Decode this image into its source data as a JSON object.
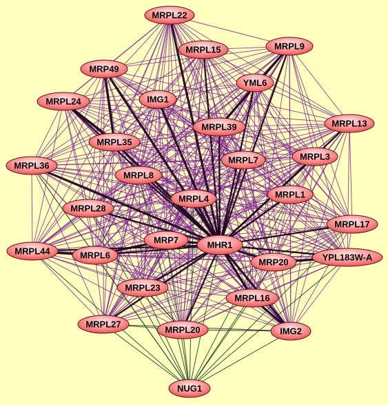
{
  "graph": {
    "hub": "MHR1",
    "colors": {
      "background": "#ffffc0",
      "edge_purple": "#7a1a8c",
      "edge_dark": "#1a001f",
      "edge_green": "#1f4a2a",
      "node_fill_light": "#ffd8d8",
      "node_fill_dark": "#f06c6c",
      "node_stroke": "#5a1010"
    },
    "nodes": [
      "MRPL22",
      "MRPL15",
      "MRPL9",
      "MRP49",
      "YML6",
      "MRPL24",
      "IMG1",
      "MRPL39",
      "MRPL13",
      "MRPL35",
      "MRPL7",
      "MRPL3",
      "MRPL36",
      "MRPL8",
      "MRPL1",
      "MRPL4",
      "MRPL28",
      "MRPL17",
      "MRP7",
      "MHR1",
      "MRPL44",
      "MRPL6",
      "MRP20",
      "YPL183W-A",
      "MRPL23",
      "MRPL16",
      "MRPL27",
      "MRPL20",
      "IMG2",
      "NUG1"
    ],
    "heavy_edges": [
      [
        "MHR1",
        "MRPL22"
      ],
      [
        "MHR1",
        "MRPL15"
      ],
      [
        "MHR1",
        "MRPL9"
      ],
      [
        "MHR1",
        "MRP49"
      ],
      [
        "MHR1",
        "YML6"
      ],
      [
        "MHR1",
        "MRPL24"
      ],
      [
        "MHR1",
        "IMG1"
      ],
      [
        "MHR1",
        "MRPL39"
      ],
      [
        "MHR1",
        "MRPL13"
      ],
      [
        "MHR1",
        "MRPL35"
      ],
      [
        "MHR1",
        "MRPL7"
      ],
      [
        "MHR1",
        "MRPL3"
      ],
      [
        "MHR1",
        "MRPL36"
      ],
      [
        "MHR1",
        "MRPL8"
      ],
      [
        "MHR1",
        "MRPL1"
      ],
      [
        "MHR1",
        "MRPL4"
      ],
      [
        "MHR1",
        "MRPL28"
      ],
      [
        "MHR1",
        "MRPL17"
      ],
      [
        "MHR1",
        "MRP7"
      ],
      [
        "MHR1",
        "MRPL44"
      ],
      [
        "MHR1",
        "MRPL6"
      ],
      [
        "MHR1",
        "MRP20"
      ],
      [
        "MHR1",
        "YPL183W-A"
      ],
      [
        "MHR1",
        "MRPL23"
      ],
      [
        "MHR1",
        "MRPL16"
      ],
      [
        "MHR1",
        "MRPL27"
      ],
      [
        "MHR1",
        "MRPL20"
      ],
      [
        "MHR1",
        "IMG2"
      ],
      [
        "MRPL6",
        "MRPL44"
      ],
      [
        "MRP7",
        "MRPL6"
      ],
      [
        "MRPL16",
        "IMG2"
      ],
      [
        "MRP20",
        "YPL183W-A"
      ],
      [
        "MRPL9",
        "MRPL39"
      ],
      [
        "MRP49",
        "MRPL35"
      ],
      [
        "MRPL24",
        "MRPL35"
      ]
    ],
    "green_edges_to": "NUG1"
  }
}
